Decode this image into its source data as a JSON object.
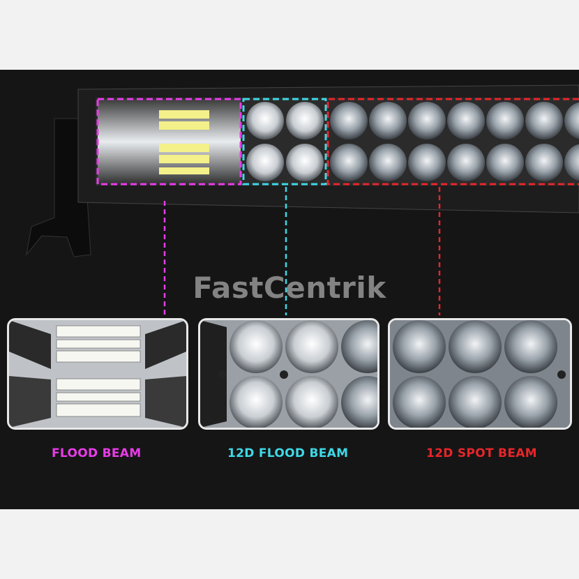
{
  "watermark": "FastCentrik",
  "beams": [
    {
      "label": "FLOOD BEAM",
      "color": "#e83ce8"
    },
    {
      "label": "12D FLOOD BEAM",
      "color": "#3fd8e6"
    },
    {
      "label": "12D SPOT BEAM",
      "color": "#e6262b"
    }
  ]
}
